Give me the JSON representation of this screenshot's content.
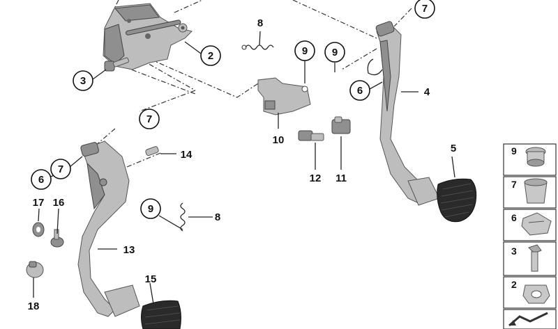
{
  "callouts": {
    "c2": "2",
    "c3": "3",
    "c4": "4",
    "c5": "5",
    "c6a": "6",
    "c6b": "6",
    "c7a": "7",
    "c7b": "7",
    "c7c": "7",
    "c8a": "8",
    "c8b": "8",
    "c9a": "9",
    "c9b": "9",
    "c9c": "9",
    "c10": "10",
    "c11": "11",
    "c12": "12",
    "c13": "13",
    "c14": "14",
    "c15": "15",
    "c16": "16",
    "c17": "17",
    "c18": "18"
  },
  "legend": {
    "items": [
      "9",
      "7",
      "6",
      "3",
      "2"
    ]
  }
}
